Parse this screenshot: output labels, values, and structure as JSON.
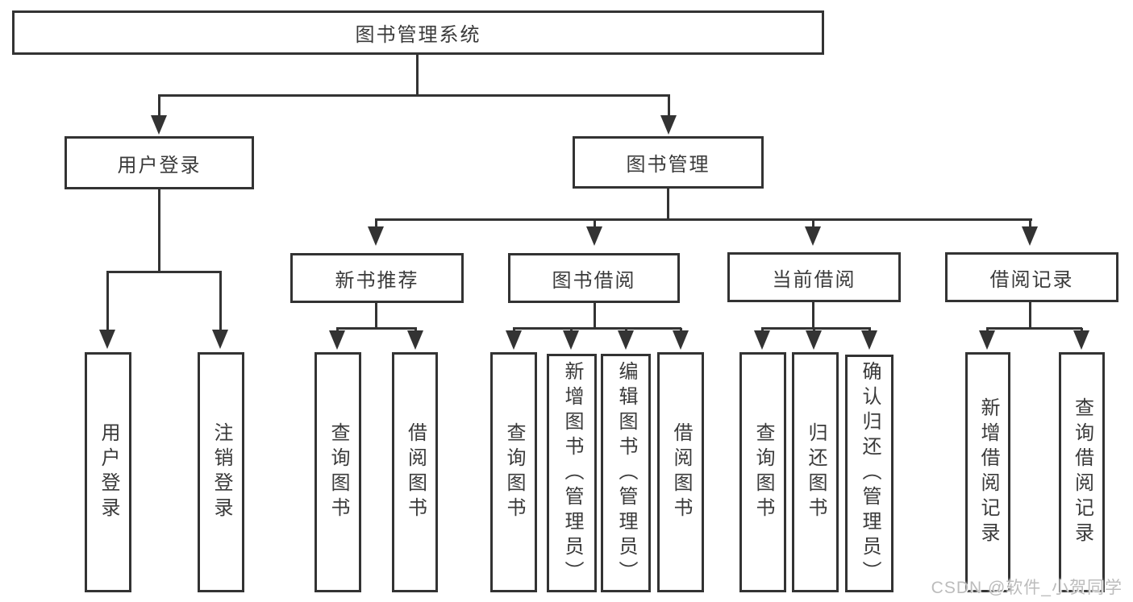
{
  "diagram": {
    "type": "tree",
    "title": "图书管理系统",
    "nodes": {
      "root": "图书管理系统",
      "user_login": "用户登录",
      "book_mgmt": "图书管理",
      "new_book_rec": "新书推荐",
      "book_borrow": "图书借阅",
      "current_borrow": "当前借阅",
      "borrow_records": "借阅记录",
      "ul_user_login": "用户登录",
      "ul_logout": "注销登录",
      "nbr_query": "查询图书",
      "nbr_borrow": "借阅图书",
      "bb_query": "查询图书",
      "bb_add": "新增图书（管理员）",
      "bb_edit": "编辑图书（管理员）",
      "bb_borrow": "借阅图书",
      "cb_query": "查询图书",
      "cb_return": "归还图书",
      "cb_confirm": "确认归还（管理员）",
      "br_add": "新增借阅记录",
      "br_query": "查询借阅记录"
    },
    "edges": [
      [
        "图书管理系统",
        "用户登录"
      ],
      [
        "图书管理系统",
        "图书管理"
      ],
      [
        "用户登录",
        "用户登录"
      ],
      [
        "用户登录",
        "注销登录"
      ],
      [
        "图书管理",
        "新书推荐"
      ],
      [
        "图书管理",
        "图书借阅"
      ],
      [
        "图书管理",
        "当前借阅"
      ],
      [
        "图书管理",
        "借阅记录"
      ],
      [
        "新书推荐",
        "查询图书"
      ],
      [
        "新书推荐",
        "借阅图书"
      ],
      [
        "图书借阅",
        "查询图书"
      ],
      [
        "图书借阅",
        "新增图书（管理员）"
      ],
      [
        "图书借阅",
        "编辑图书（管理员）"
      ],
      [
        "图书借阅",
        "借阅图书"
      ],
      [
        "当前借阅",
        "查询图书"
      ],
      [
        "当前借阅",
        "归还图书"
      ],
      [
        "当前借阅",
        "确认归还（管理员）"
      ],
      [
        "借阅记录",
        "新增借阅记录"
      ],
      [
        "借阅记录",
        "查询借阅记录"
      ]
    ],
    "colors": {
      "line": "#333333",
      "box_border": "#333333",
      "box_fill": "#ffffff",
      "text": "#3a3a3a",
      "watermark": "#bcbcbc",
      "background": "#ffffff"
    }
  },
  "watermark": "CSDN @软件_小贺同学"
}
